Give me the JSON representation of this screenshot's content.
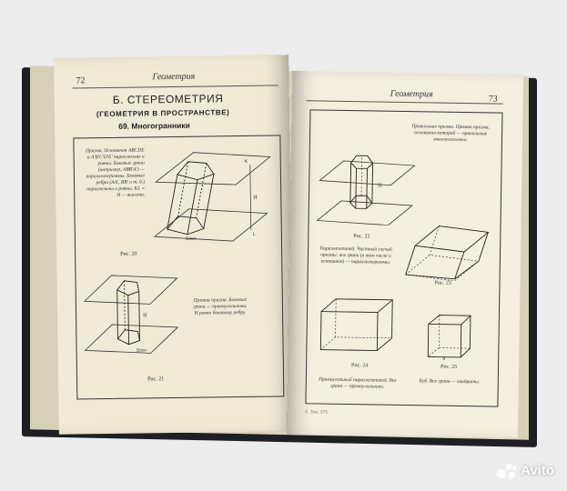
{
  "left_page": {
    "page_number": "72",
    "running_head": "Геометрия",
    "title": "Б. СТЕРЕОМЕТРИЯ",
    "subtitle": "(ГЕОМЕТРИЯ В ПРОСТРАНСТВЕ)",
    "section": "69. Многогранники",
    "fig20": {
      "caption": "Рис. 20",
      "note": "Призма. Основания ABCDE и A'B'C'D'E' параллельны и равны. Боковые грани (например, ABB'A') — параллелограммы. Боковые ребра (AA', BB' и т. д.) параллельны и равны. KL = H — высота."
    },
    "fig21": {
      "caption": "Рис. 21",
      "note": "Прямая призма. Боковые грани — прямоугольники. Н равно боковому ребру."
    }
  },
  "right_page": {
    "page_number": "73",
    "running_head": "Геометрия",
    "fig22": {
      "caption": "Рис. 22",
      "note_top": "Правильная призма. Прямая призма, основания которой — правильные многоугольники."
    },
    "fig23": {
      "caption": "Рис. 23",
      "note": "Параллелепипед. Частный случай призмы: все грани (в том числе и основания) — параллелограммы."
    },
    "fig24": {
      "caption": "Рис. 24",
      "note": "Прямоугольный параллелепипед. Все грани — прямоугольники."
    },
    "fig25": {
      "caption": "Рис. 25",
      "note": "Куб. Все грани — квадраты."
    },
    "footer": "6. Зак. 375"
  },
  "watermark": {
    "brand": "Avito"
  },
  "colors": {
    "paper": "#f1ead6",
    "cover": "#1d1f22",
    "ink": "#333333",
    "brand_dots": "#ffffff"
  }
}
